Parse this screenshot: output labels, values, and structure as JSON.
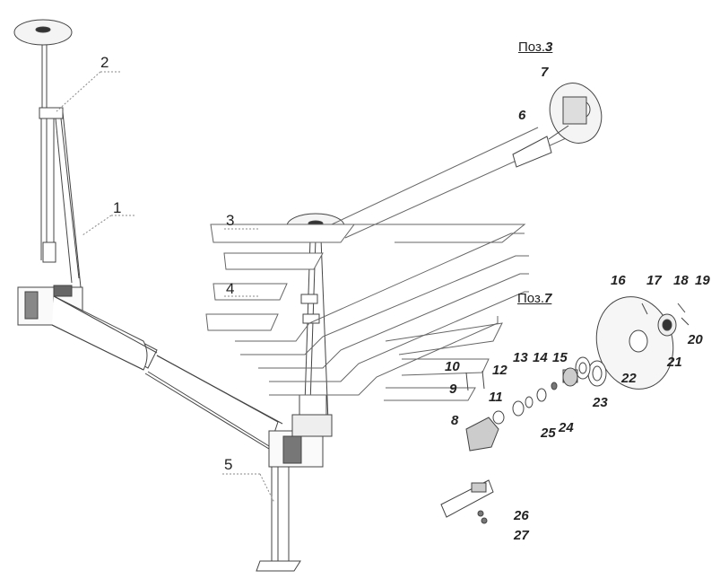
{
  "diagram": {
    "position_labels": [
      {
        "prefix": "Поз.",
        "number": "3"
      },
      {
        "prefix": "Поз.",
        "number": "7"
      }
    ],
    "callouts": [
      "1",
      "2",
      "3",
      "4",
      "5",
      "6",
      "7",
      "8",
      "9",
      "10",
      "11",
      "12",
      "13",
      "14",
      "15",
      "16",
      "17",
      "18",
      "19",
      "20",
      "21",
      "22",
      "23",
      "24",
      "25",
      "26",
      "27"
    ]
  }
}
